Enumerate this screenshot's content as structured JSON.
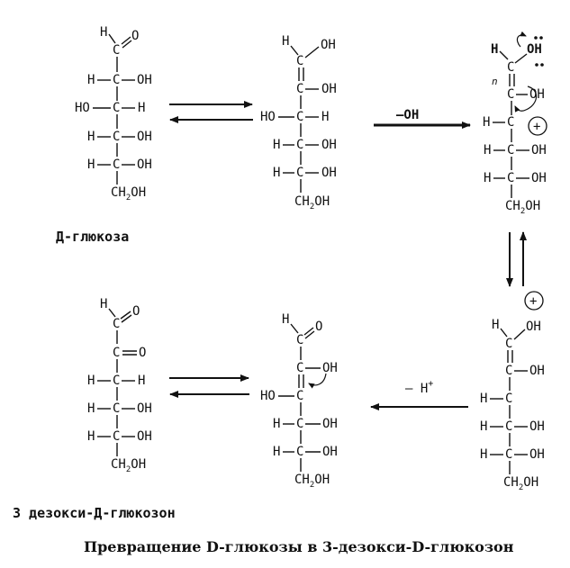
{
  "labels": {
    "glucose": "Д-глюкоза",
    "product": "3 дезокси-Д-глюкозон",
    "caption": "Превращение D-глюкозы в 3-дезокси-D-глюкозон"
  },
  "reagents": {
    "hydroxide": "–OH",
    "proton": "– H",
    "proton_sup": "+"
  },
  "charges": {
    "cation": "+"
  },
  "atoms": {
    "H": "H",
    "C": "C",
    "O": "O",
    "OH": "OH",
    "HO": "HO",
    "CH2OH_main": "CH",
    "CH2OH_sub": "2",
    "CH2OH_tail": "OH",
    "n": "n"
  }
}
